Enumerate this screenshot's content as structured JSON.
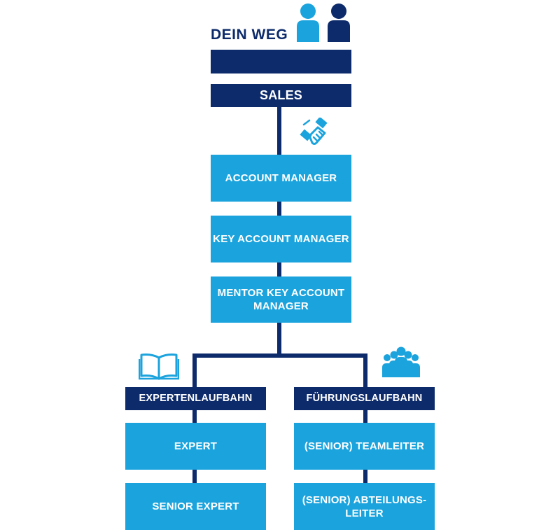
{
  "header": {
    "title": "DEIN WEG",
    "icon": "two-people-icon",
    "colors": {
      "dark": "#0d2b6b",
      "light": "#1ba3dd"
    }
  },
  "track": {
    "name": "SALES",
    "icon": "handshake-icon",
    "steps": [
      {
        "label": "ACCOUNT MANAGER"
      },
      {
        "label": "KEY ACCOUNT MANAGER"
      },
      {
        "label_line1": "MENTOR KEY ACCOUNT",
        "label_line2": "MANAGER"
      }
    ]
  },
  "branches": {
    "expert": {
      "title": "EXPERTENLAUFBAHN",
      "icon": "open-book-icon",
      "steps": [
        {
          "label": "EXPERT"
        },
        {
          "label": "SENIOR EXPERT"
        }
      ]
    },
    "leadership": {
      "title": "FÜHRUNGSLAUFBAHN",
      "icon": "group-people-icon",
      "steps": [
        {
          "label": "(SENIOR) TEAMLEITER"
        },
        {
          "label_line1": "(SENIOR) ABTEILUNGS-",
          "label_line2": "LEITER"
        }
      ]
    }
  }
}
